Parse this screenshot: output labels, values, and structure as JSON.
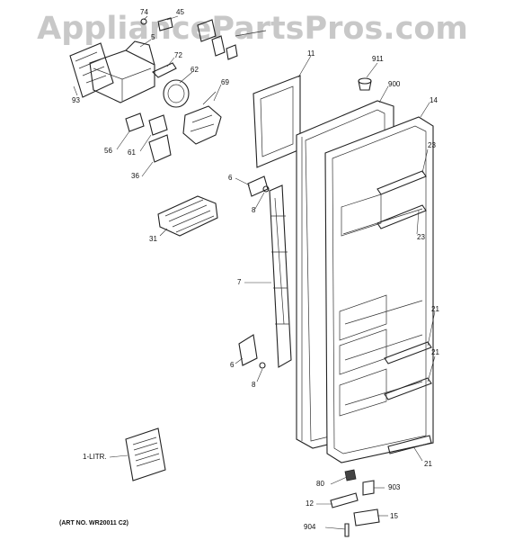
{
  "watermark": "AppliancePartsPros.com",
  "art_number": "(ART NO. WR20011 C2)",
  "callouts": {
    "c74": "74",
    "c45": "45",
    "c5": "5",
    "c93": "93",
    "c72": "72",
    "c62": "62",
    "c69": "69",
    "c56": "56",
    "c61": "61",
    "c36": "36",
    "c31": "31",
    "c11": "11",
    "c911": "911",
    "c900": "900",
    "c14": "14",
    "c23a": "23",
    "c23b": "23",
    "c6a": "6",
    "c8a": "8",
    "c7": "7",
    "c6b": "6",
    "c8b": "8",
    "c21a": "21",
    "c21b": "21",
    "c21c": "21",
    "c1litr": "1-LITR.",
    "c80": "80",
    "c903": "903",
    "c12": "12",
    "c15": "15",
    "c904": "904"
  }
}
